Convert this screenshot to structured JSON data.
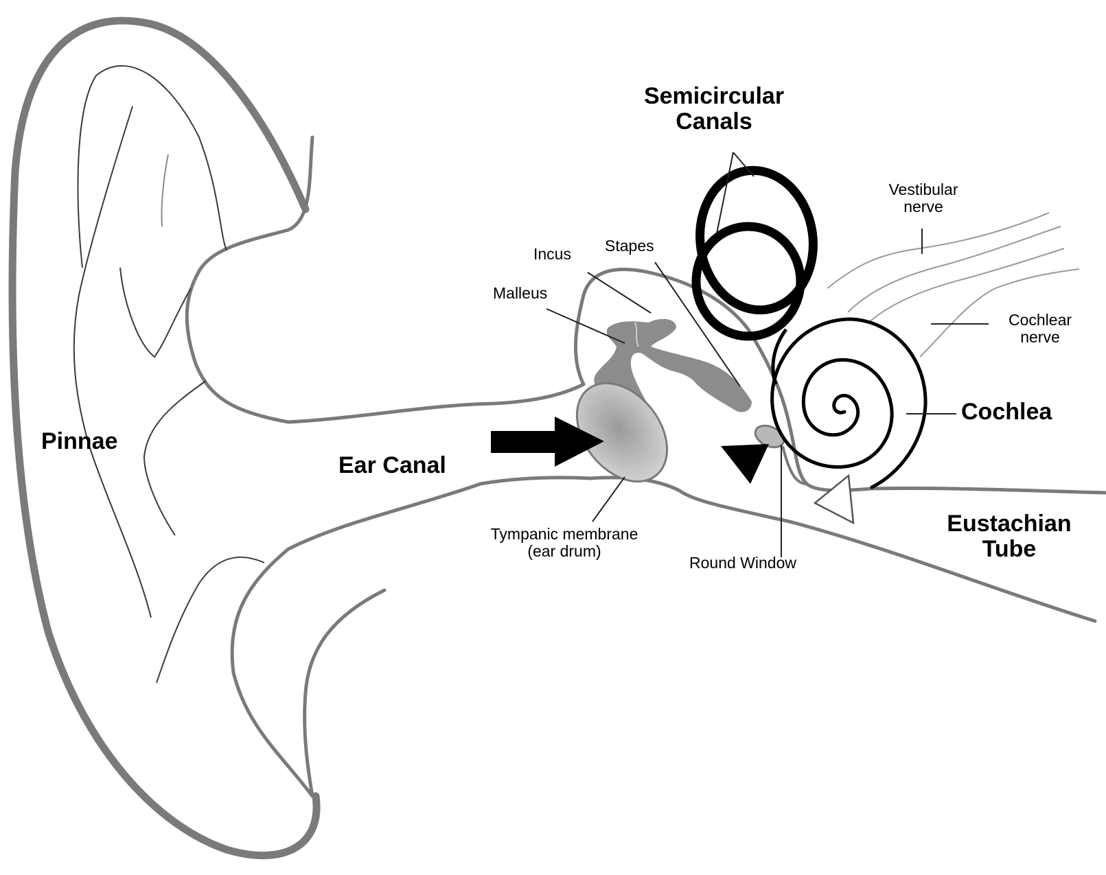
{
  "labels": {
    "semicircular_line1": "Semicircular",
    "semicircular_line2": "Canals",
    "vestibular_line1": "Vestibular",
    "vestibular_line2": "nerve",
    "incus": "Incus",
    "stapes": "Stapes",
    "malleus": "Malleus",
    "cochlear_nerve_line1": "Cochlear",
    "cochlear_nerve_line2": "nerve",
    "cochlea": "Cochlea",
    "pinnae": "Pinnae",
    "ear_canal": "Ear Canal",
    "tympanic_line1": "Tympanic membrane",
    "tympanic_line2": "(ear drum)",
    "round_window": "Round Window",
    "eustachian_line1": "Eustachian",
    "eustachian_line2": "Tube"
  },
  "colors": {
    "outline": "#7a7a7a",
    "thin_line": "#4a4a4a",
    "ossicles": "#8c8c8c",
    "membrane": "#c4c4c4",
    "dark": "#000000"
  }
}
